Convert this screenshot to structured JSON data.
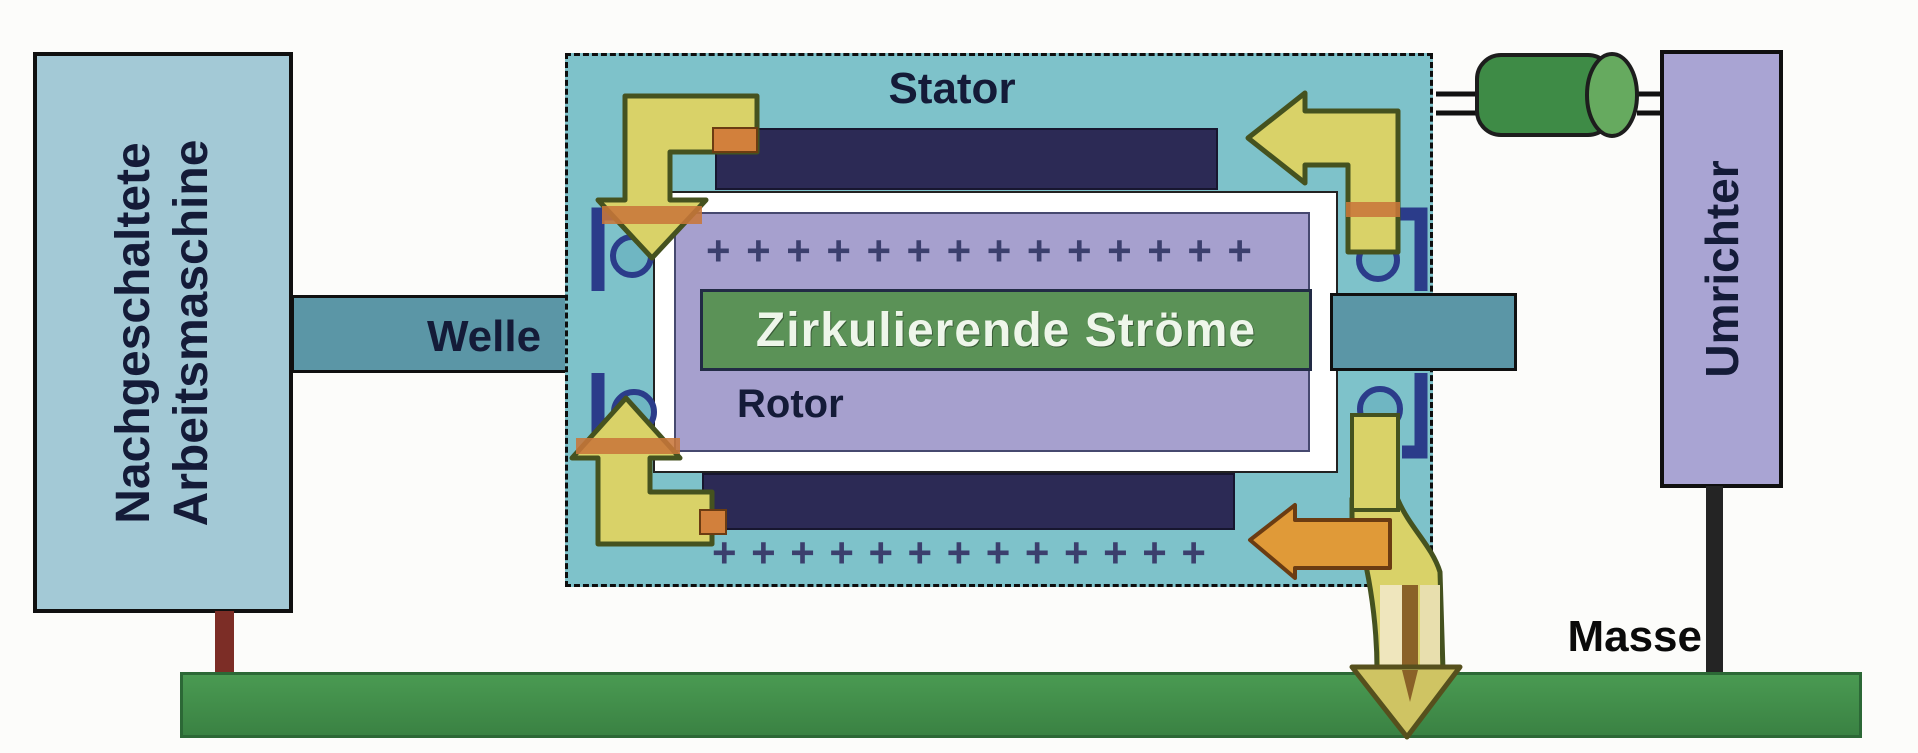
{
  "diagram": {
    "left_machine": {
      "line1": "Nachgeschaltete",
      "line2": "Arbeitsmaschine"
    },
    "shaft_label": "Welle",
    "motor": {
      "stator_label": "Stator",
      "rotor_label": "Rotor",
      "circulating_label": "Zirkulierende Ströme",
      "plus_char": "+",
      "top_plus_count": 14,
      "bottom_plus_count": 13
    },
    "converter_label": "Umrichter",
    "ground_label": "Masse",
    "colors": {
      "machine_fill": "#a3c9d6",
      "motor_fill": "#7ec2ca",
      "shaft_fill": "#5b96a6",
      "winding_fill": "#2c2a55",
      "rotor_fill": "#a6a0ce",
      "rotor_frame": "#ffffff",
      "current_bar_fill": "#5b9257",
      "converter_fill": "#a9a4d3",
      "ground_fill": "#43914d",
      "arrow_yellow": "#d9d268",
      "arrow_orange": "#e09a38",
      "bearing_blue": "#2b3c8a",
      "cable_green": "#3e8b46",
      "post_red": "#7c2d26",
      "post_black": "#242424",
      "label_navy": "#141b38"
    }
  }
}
